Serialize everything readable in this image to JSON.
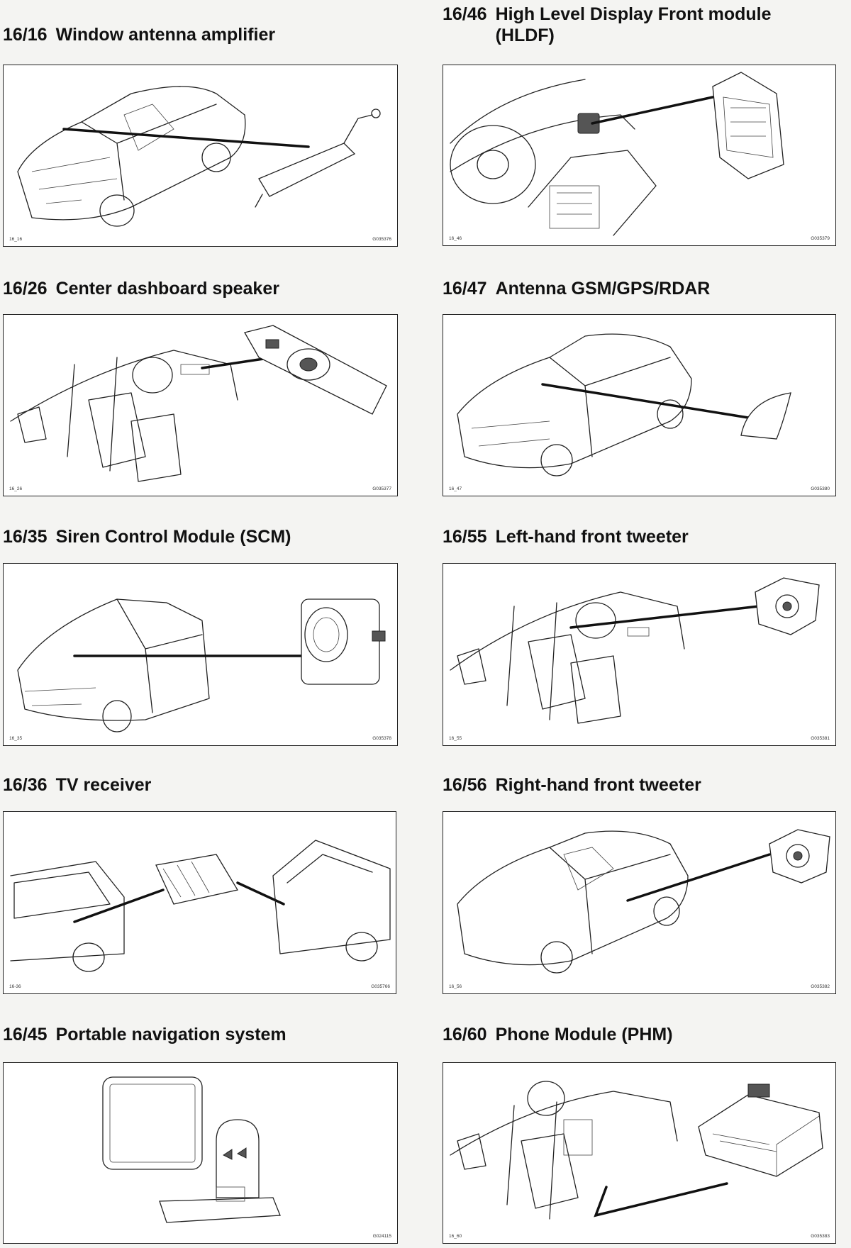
{
  "items": [
    {
      "code": "16/16",
      "title": "Window antenna amplifier",
      "fig_id": "16_16",
      "fig_code": "G035376",
      "icon": "car-exterior-antenna-amplifier"
    },
    {
      "code": "16/46",
      "title": "High Level Display Front module (HLDF)",
      "fig_id": "16_46",
      "fig_code": "G035379",
      "icon": "dashboard-display-module"
    },
    {
      "code": "16/26",
      "title": "Center dashboard speaker",
      "fig_id": "16_26",
      "fig_code": "G035377",
      "icon": "interior-dashboard-speaker"
    },
    {
      "code": "16/47",
      "title": "Antenna GSM/GPS/RDAR",
      "fig_id": "16_47",
      "fig_code": "G035380",
      "icon": "car-roof-antenna"
    },
    {
      "code": "16/35",
      "title": "Siren Control Module (SCM)",
      "fig_id": "16_35",
      "fig_code": "G035378",
      "icon": "car-front-siren-module"
    },
    {
      "code": "16/55",
      "title": "Left-hand front tweeter",
      "fig_id": "16_55",
      "fig_code": "G035381",
      "icon": "interior-tweeter"
    },
    {
      "code": "16/36",
      "title": "TV receiver",
      "fig_id": "16-36",
      "fig_code": "G035766",
      "icon": "tv-receiver-two-cars"
    },
    {
      "code": "16/56",
      "title": "Right-hand front tweeter",
      "fig_id": "16_56",
      "fig_code": "G035382",
      "icon": "car-tweeter"
    },
    {
      "code": "16/45",
      "title": "Portable navigation system",
      "fig_id": "",
      "fig_code": "G024115",
      "icon": "portable-navigation-device"
    },
    {
      "code": "16/60",
      "title": "Phone Module (PHM)",
      "fig_id": "16_60",
      "fig_code": "G035383",
      "icon": "interior-phone-module"
    }
  ]
}
